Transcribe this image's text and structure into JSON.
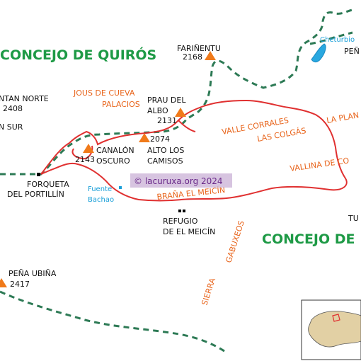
{
  "colors": {
    "route": "#e03030",
    "boundary": "#2d7a55",
    "peak": "#f07a1a",
    "text_orange": "#e8641b",
    "text_green": "#1e9a46",
    "text_blue": "#1a9fd8",
    "water": "#29a8e0",
    "watermark_bg": "#c9b0d6",
    "watermark_text": "#6a2a8a",
    "inset_fill": "#e2d0a4"
  },
  "icons": [
    "peak-triangle-icon",
    "refuge-icon",
    "spring-icon",
    "lake-icon"
  ],
  "regions": {
    "quiros": "CONCEJO DE QUIRÓS",
    "south": "CONCEJO DE"
  },
  "peaks": {
    "farinentu": {
      "name": "FARIÑENTU",
      "elev": "2168"
    },
    "fontan_norte": {
      "name": "NTAN NORTE",
      "elev": "2408"
    },
    "fontan_sur": {
      "name": "N SUR"
    },
    "prau_del_albo": {
      "l1": "PRAU DEL",
      "l2": "ALBO",
      "elev": "2131"
    },
    "canalon_oscuro": {
      "l1": "CANALÓN",
      "l2": "OSCURO",
      "elev": "2143"
    },
    "alto_los_camisos": {
      "l1": "ALTO LOS",
      "l2": "CAMISOS",
      "elev": "2074"
    },
    "pena_ubina": {
      "name": "PEÑA UBIÑA",
      "elev": "2417"
    },
    "pena_right": {
      "name": "PEÑ"
    },
    "tu_right": {
      "name": "TU"
    }
  },
  "places": {
    "forqueta": {
      "l1": "FORQUETA",
      "l2": "DEL PORTILLÍN"
    },
    "refugio": {
      "l1": "REFUGIO",
      "l2": "DE EL MEICÍN"
    },
    "jous_de_cueva": "JOUS DE CUEVA",
    "palacios": "PALACIOS",
    "valle_corrales": "VALLE CORRALES",
    "las_colgas": "LAS COLGÁS",
    "la_plana": "LA PLAN",
    "vallina": "VALLINA DE CO",
    "brana": "BRAÑA EL MEICÍN",
    "gabuxeos": "GABUXEOS",
    "sierra": "SIERRA"
  },
  "water": {
    "fuente": {
      "l1": "Fuente",
      "l2": "Bachao"
    },
    "cheturbio": "Cheturbio"
  },
  "watermark": "© lacuruxa.org 2024"
}
